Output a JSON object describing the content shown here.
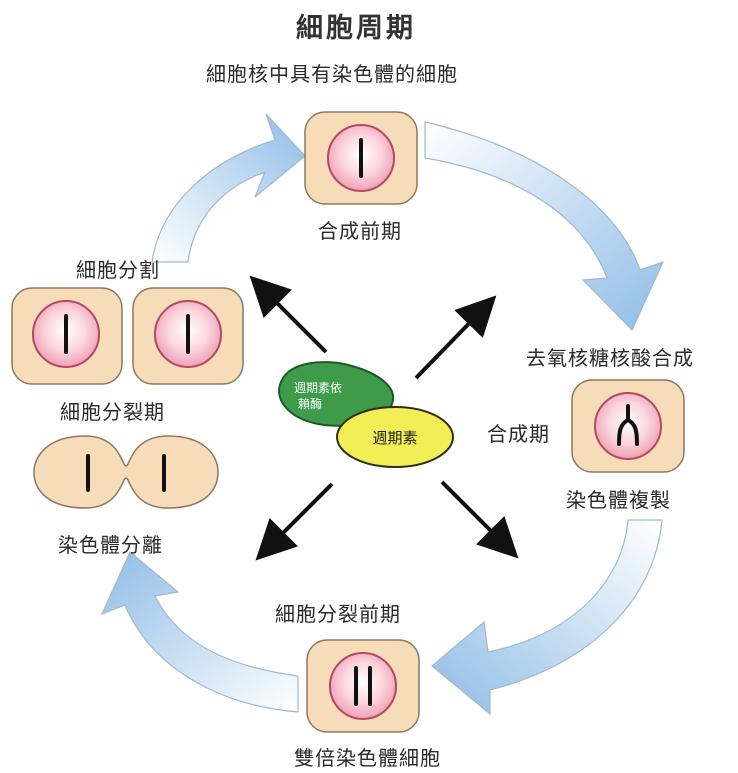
{
  "title": "細胞周期",
  "labels": {
    "top_caption": "細胞核中具有染色體的細胞",
    "g1_phase": "合成前期",
    "dna_synthesis": "去氧核糖核酸合成",
    "s_phase": "合成期",
    "chromosome_replication": "染色體複製",
    "g2_phase": "細胞分裂前期",
    "doubled_cell": "雙倍染色體細胞",
    "chromosome_separation": "染色體分離",
    "m_phase": "細胞分裂期",
    "cell_division": "細胞分割"
  },
  "center": {
    "cdk": "週期素依\n賴酶",
    "cyclin": "週期素"
  },
  "colors": {
    "cell_fill": "#f6dcb8",
    "cell_stroke": "#8c7a5c",
    "nucleus_fill": "#f8c6d2",
    "arrow_blue": "#8fbde6",
    "cdk_green": "#3d9b4a",
    "cyclin_yellow": "#f2ee55"
  }
}
